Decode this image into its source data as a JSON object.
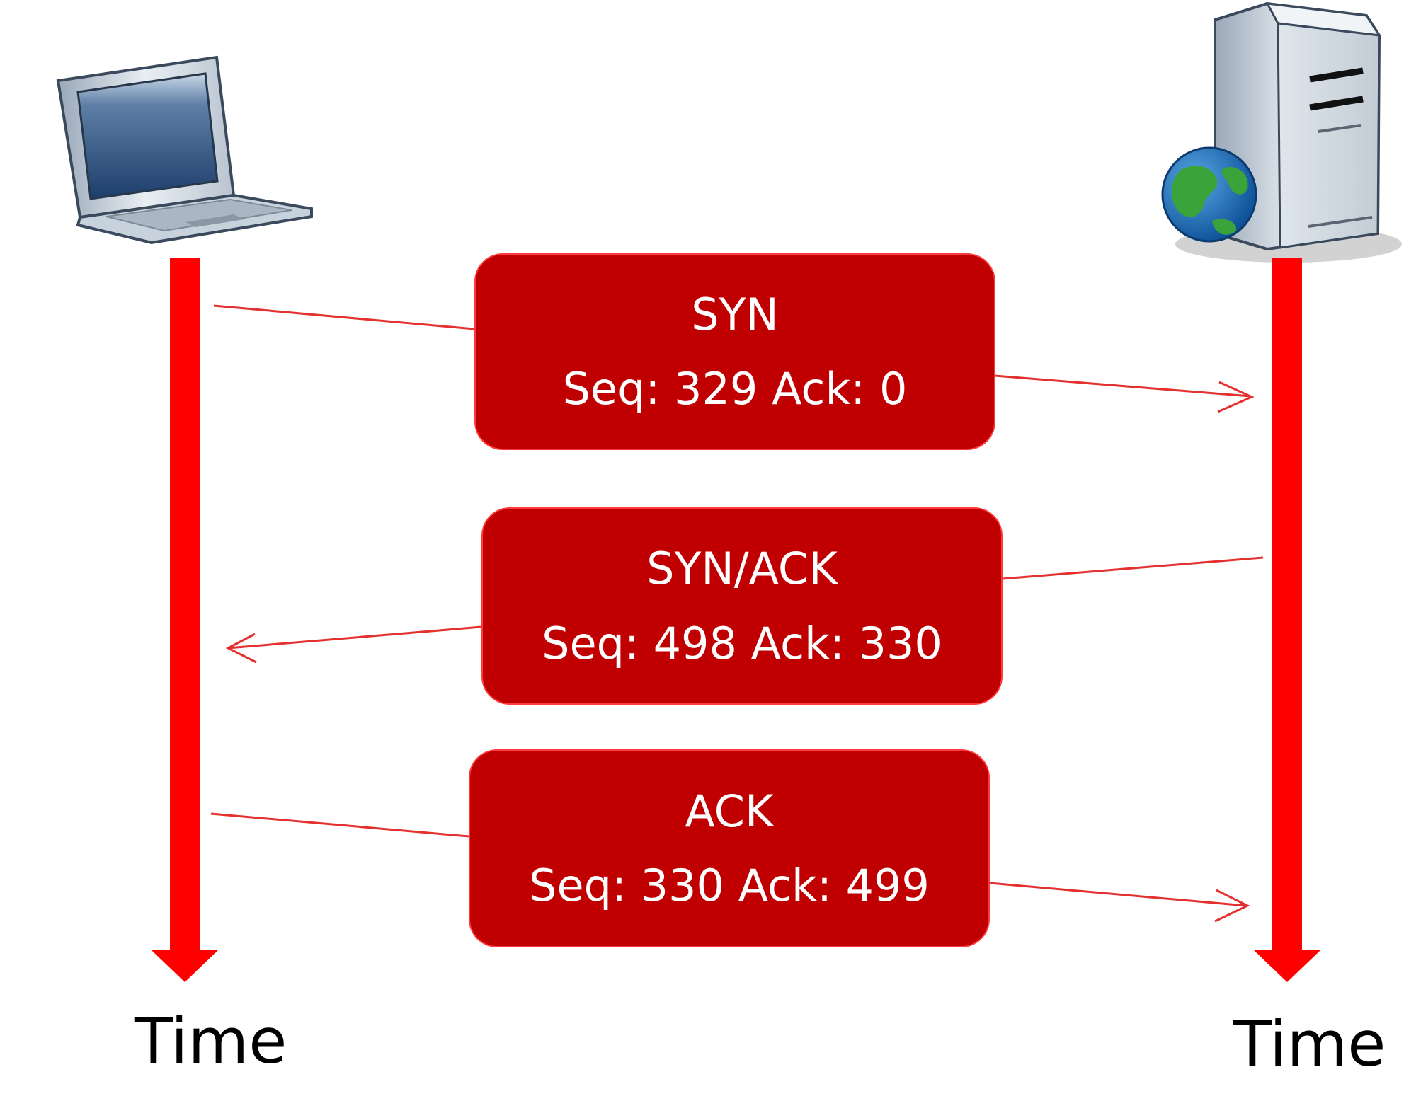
{
  "participants": {
    "client": {
      "icon": "laptop-icon",
      "timeline_label": "Time"
    },
    "server": {
      "icon": "web-server-icon",
      "timeline_label": "Time"
    }
  },
  "colors": {
    "timeline": "#ff0000",
    "message_box": "#c00000",
    "message_box_border": "#ff3b3b",
    "message_text": "#ffffff",
    "arrow_line": "#e53030"
  },
  "messages": [
    {
      "name": "SYN",
      "detail": "Seq: 329 Ack: 0",
      "direction": "client-to-server"
    },
    {
      "name": "SYN/ACK",
      "detail": "Seq: 498 Ack: 330",
      "direction": "server-to-client"
    },
    {
      "name": "ACK",
      "detail": "Seq: 330 Ack: 499",
      "direction": "client-to-server"
    }
  ]
}
